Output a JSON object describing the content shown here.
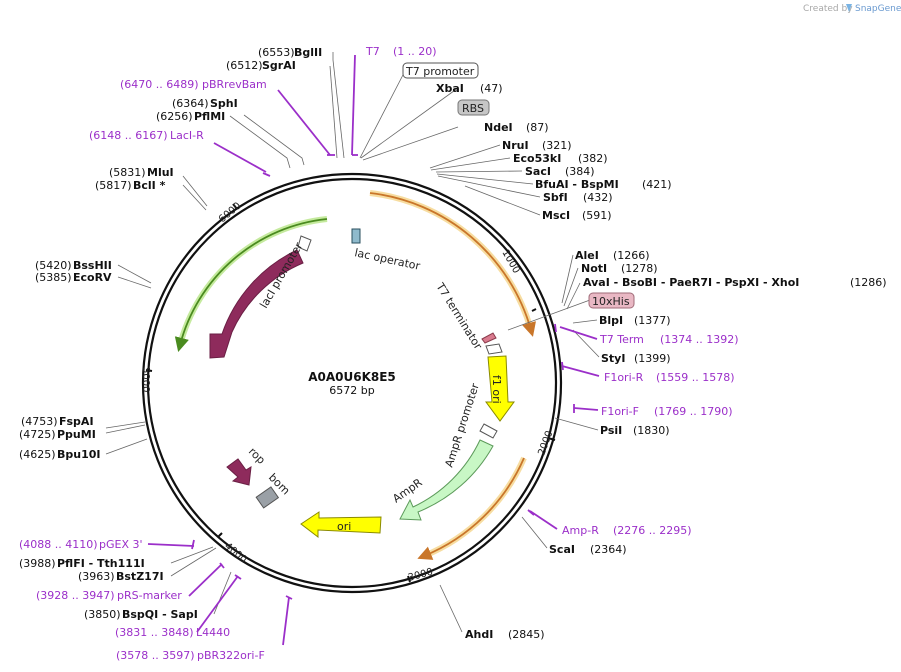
{
  "map": {
    "name": "A0A0U6K8E5",
    "length": "6572 bp",
    "credit": "Created by",
    "brand": "SnapGene"
  },
  "ticks": [
    "1000",
    "2000",
    "3000",
    "4000",
    "5000",
    "6000"
  ],
  "inside_labels": [
    "lac operator",
    "T7 terminator",
    "lacI",
    "lacI promoter",
    "f1 ori",
    "AmpR promoter",
    "AmpR",
    "rop",
    "bom",
    "ori"
  ],
  "boxed_labels": [
    "T7 promoter",
    "RBS",
    "10xHis"
  ],
  "sites": [
    {
      "pos": "(6553)",
      "name": "BglII"
    },
    {
      "pos": "(6512)",
      "name": "SgrAI"
    },
    {
      "pos": "(6364)",
      "name": "SphI"
    },
    {
      "pos": "(6256)",
      "name": "PflMI"
    },
    {
      "pos": "(5831)",
      "name": "MluI"
    },
    {
      "pos": "(5817)",
      "name": "BclI *"
    },
    {
      "pos": "(5420)",
      "name": "BssHII"
    },
    {
      "pos": "(5385)",
      "name": "EcoRV"
    },
    {
      "pos": "(4753)",
      "name": "FspAI"
    },
    {
      "pos": "(4725)",
      "name": "PpuMI"
    },
    {
      "pos": "(4625)",
      "name": "Bpu10I"
    },
    {
      "pos": "(3988)",
      "name": "PflFI - Tth111I"
    },
    {
      "pos": "(3963)",
      "name": "BstZ17I"
    },
    {
      "pos": "(3850)",
      "name": "BspQI - SapI"
    },
    {
      "pos": "(47)",
      "name": "XbaI"
    },
    {
      "pos": "(87)",
      "name": "NdeI"
    },
    {
      "pos": "(321)",
      "name": "NruI"
    },
    {
      "pos": "(382)",
      "name": "Eco53kI"
    },
    {
      "pos": "(384)",
      "name": "SacI"
    },
    {
      "pos": "(421)",
      "name": "BfuAI - BspMI"
    },
    {
      "pos": "(432)",
      "name": "SbfI"
    },
    {
      "pos": "(591)",
      "name": "MscI"
    },
    {
      "pos": "(1266)",
      "name": "AleI"
    },
    {
      "pos": "(1278)",
      "name": "NotI"
    },
    {
      "pos": "(1286)",
      "name": "AvaI - BsoBI - PaeR7I - PspXI - XhoI"
    },
    {
      "pos": "(1377)",
      "name": "BlpI"
    },
    {
      "pos": "(1399)",
      "name": "StyI"
    },
    {
      "pos": "(1830)",
      "name": "PsiI"
    },
    {
      "pos": "(2364)",
      "name": "ScaI"
    },
    {
      "pos": "(2845)",
      "name": "AhdI"
    }
  ],
  "primers": [
    {
      "name": "T7",
      "range": "(1 .. 20)"
    },
    {
      "name": "pBRrevBam",
      "range": "(6470 .. 6489)"
    },
    {
      "name": "LacI-R",
      "range": "(6148 .. 6167)"
    },
    {
      "name": "T7 Term",
      "range": "(1374 .. 1392)"
    },
    {
      "name": "F1ori-R",
      "range": "(1559 .. 1578)"
    },
    {
      "name": "F1ori-F",
      "range": "(1769 .. 1790)"
    },
    {
      "name": "Amp-R",
      "range": "(2276 .. 2295)"
    },
    {
      "name": "pGEX 3'",
      "range": "(4088 .. 4110)"
    },
    {
      "name": "pRS-marker",
      "range": "(3928 .. 3947)"
    },
    {
      "name": "L4440",
      "range": "(3831 .. 3848)"
    },
    {
      "name": "pBR322ori-F",
      "range": "(3578 .. 3597)"
    }
  ],
  "colors": {
    "backbone": "#111111",
    "primer": "#9b2fc9",
    "lacI": "#8e2b5c",
    "ori": "#ffff00",
    "ampR": "#c8f7c5",
    "lacI_promoter_arc": "#7ec340",
    "orange_arc": "#f5c36a"
  }
}
